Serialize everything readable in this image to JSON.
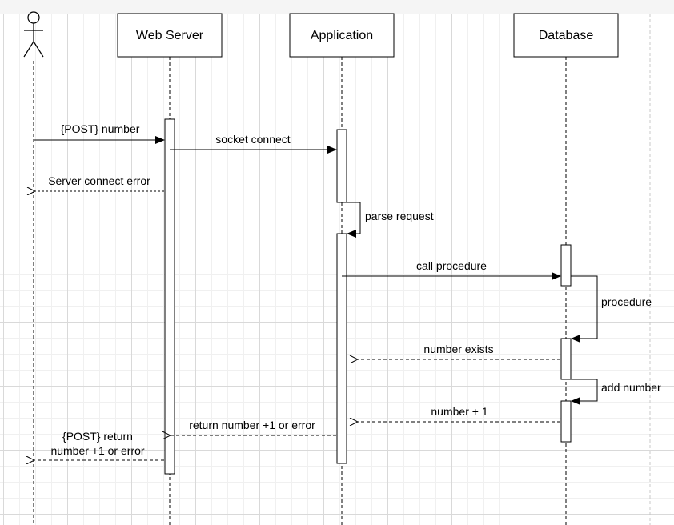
{
  "participants": {
    "actor": "",
    "web_server": "Web Server",
    "application": "Application",
    "database": "Database"
  },
  "messages": {
    "post_number": "{POST} number",
    "socket_connect": "socket connect",
    "server_connect_error": "Server connect error",
    "parse_request": "parse request",
    "call_procedure": "call procedure",
    "procedure": "procedure",
    "number_exists": "number exists",
    "add_number": "add  number",
    "number_plus_one": "number + 1",
    "return_number": "return number +1 or error",
    "post_return_line1": "{POST} return",
    "post_return_line2": "number +1 or error"
  },
  "colors": {
    "line": "#000000",
    "grid_major": "#d9d9d9",
    "grid_minor": "#f0f0f0"
  }
}
